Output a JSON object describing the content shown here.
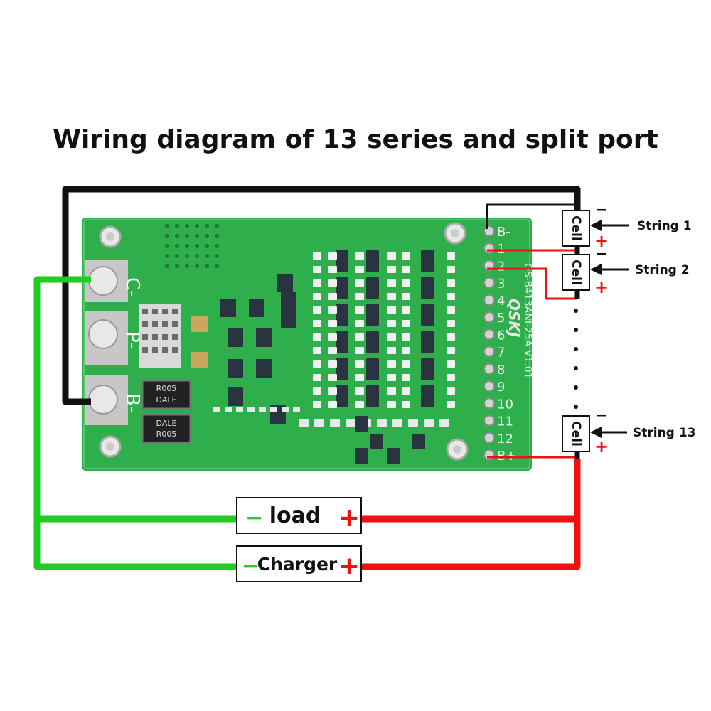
{
  "title": "Wiring diagram of 13 series and split port",
  "colors": {
    "board": "#2fae4c",
    "board_dark": "#1f8a37",
    "negative_wire": "#22cc22",
    "positive_wire": "#ee1111",
    "b_minus_wire": "#111111"
  },
  "board": {
    "port_c": "C-",
    "port_p": "P-",
    "port_b": "B-",
    "model_text": "QS-B413ANI-25A V1.01",
    "brand_text": "QSKJ",
    "resistor_1": "DALE\nR005",
    "resistor_2": "DALE R005",
    "pins": [
      "B-",
      "1",
      "2",
      "3",
      "4",
      "5",
      "6",
      "7",
      "8",
      "9",
      "10",
      "11",
      "12",
      "B+"
    ]
  },
  "cells": [
    {
      "label": "Cell",
      "string": "String 1",
      "minus": "−",
      "plus": "+"
    },
    {
      "label": "Cell",
      "string": "String 2",
      "minus": "−",
      "plus": "+"
    },
    {
      "label": "Cell",
      "string": "String 13",
      "minus": "−",
      "plus": "+"
    }
  ],
  "terminals": [
    {
      "label": "load",
      "minus": "−",
      "plus": "+"
    },
    {
      "label": "Charger",
      "minus": "−",
      "plus": "+"
    }
  ]
}
